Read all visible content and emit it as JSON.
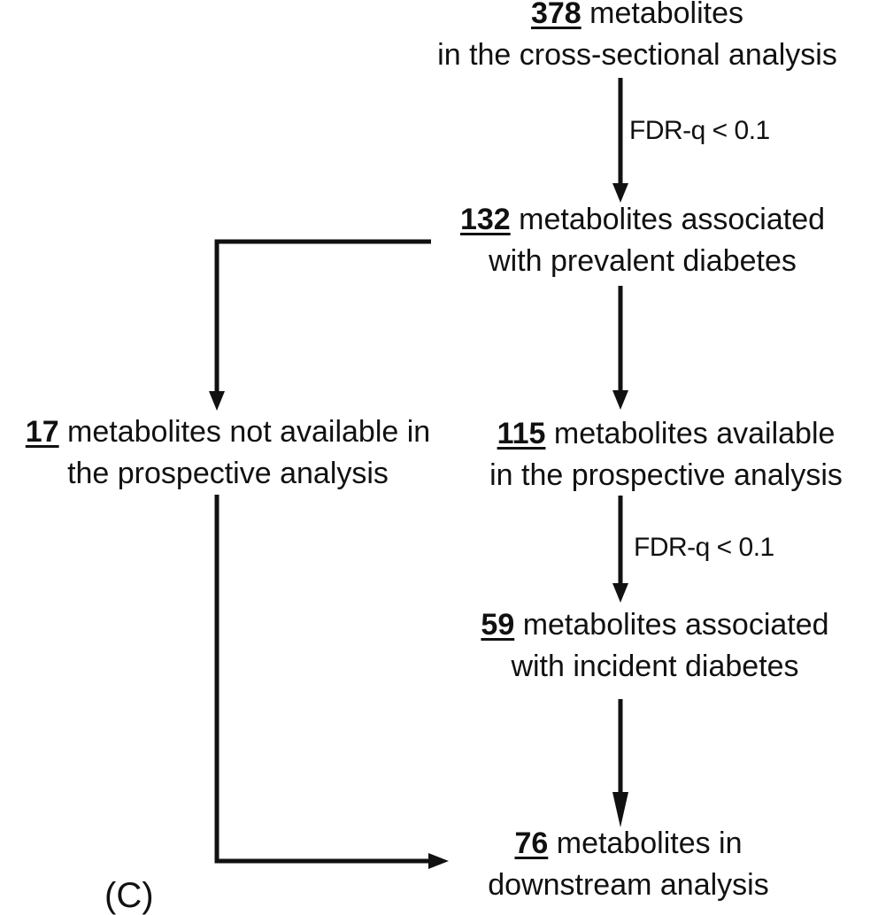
{
  "nodes": {
    "cross_sectional": {
      "count": "378",
      "line1_rest": " metabolites",
      "line2": "in the cross-sectional analysis"
    },
    "prevalent": {
      "count": "132",
      "line1_rest": " metabolites associated",
      "line2": "with prevalent diabetes"
    },
    "not_available": {
      "count": "17",
      "line1_rest": " metabolites not available in",
      "line2": "the prospective  analysis"
    },
    "available": {
      "count": "115",
      "line1_rest": " metabolites available",
      "line2": "in the prospective analysis"
    },
    "incident": {
      "count": "59",
      "line1_rest": " metabolites associated",
      "line2": "with incident diabetes"
    },
    "downstream": {
      "count": "76",
      "line1_rest": " metabolites in",
      "line2": "downstream analysis"
    }
  },
  "edge_labels": {
    "first_filter": "FDR-q < 0.1",
    "second_filter": "FDR-q < 0.1"
  },
  "panel_label": "(C)"
}
